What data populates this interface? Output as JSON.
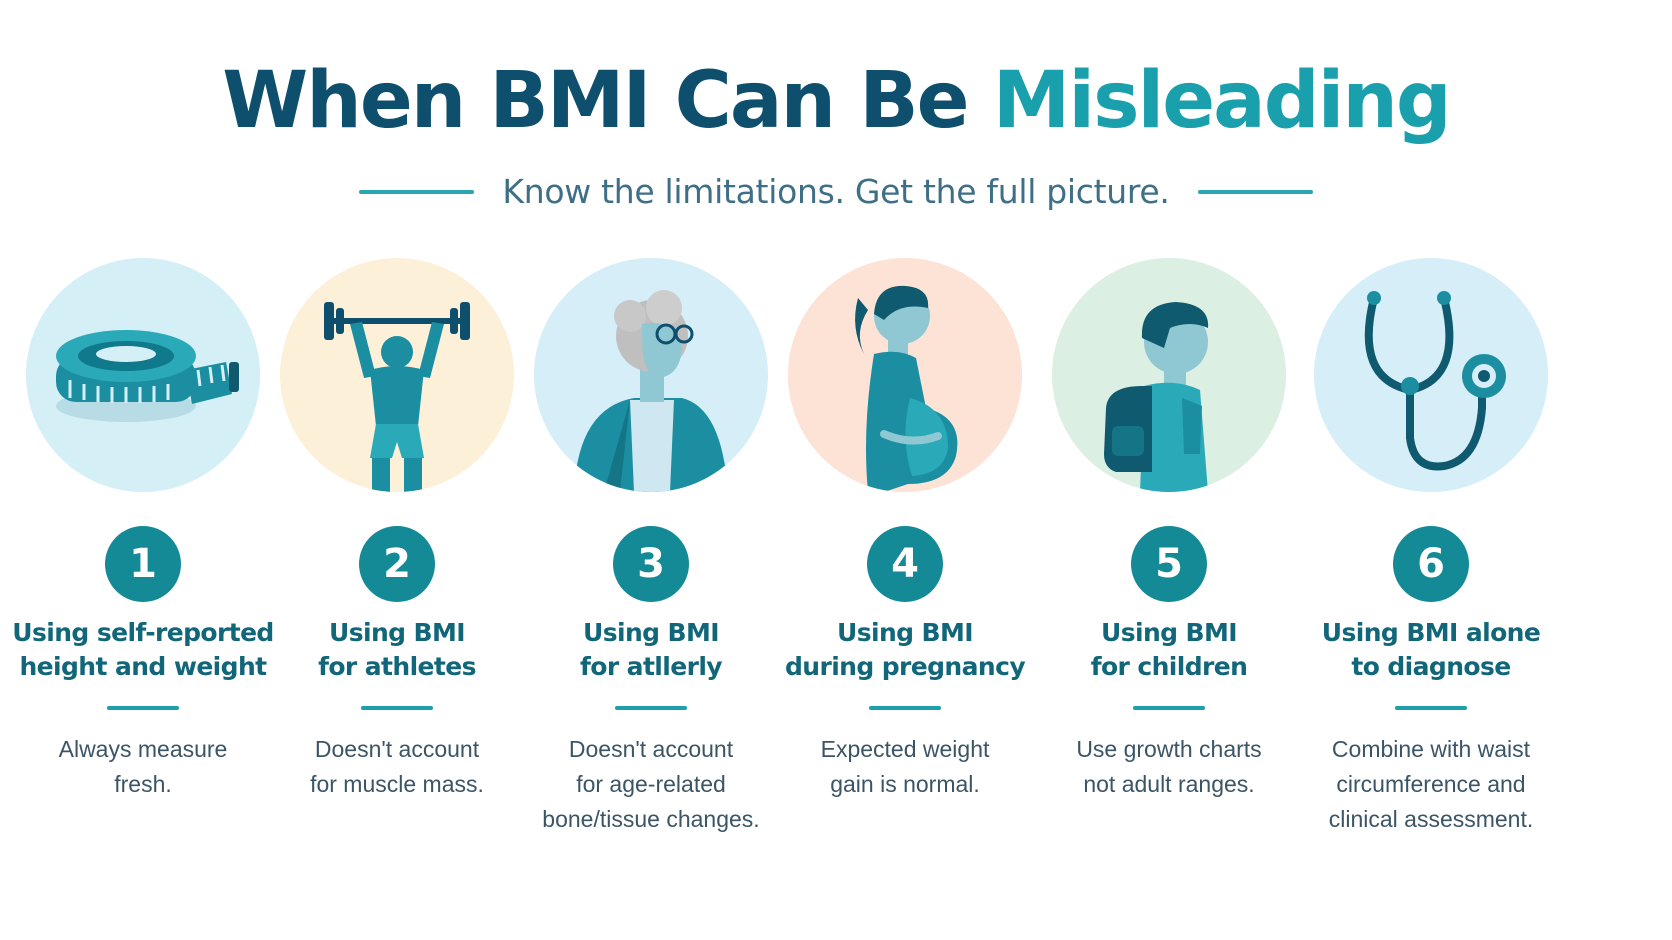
{
  "header": {
    "title_part1": "When BMI Can Be",
    "title_part2": "Misleading",
    "subtitle": "Know the limitations.  Get the full picture."
  },
  "colors": {
    "title_dark": "#0f4f6e",
    "title_accent": "#1aa0ad",
    "number_badge": "#138a96",
    "card_title": "#11667a",
    "rules": "#2aa5b4"
  },
  "items": [
    {
      "number": "1",
      "icon": "measuring-tape-icon",
      "title_lines": [
        "Using self-reported",
        "height and weight"
      ],
      "desc_lines": [
        "Always measure",
        "fresh."
      ]
    },
    {
      "number": "2",
      "icon": "weightlifter-icon",
      "title_lines": [
        "Using BMI",
        "for athletes"
      ],
      "desc_lines": [
        "Doesn't account",
        "for muscle mass."
      ]
    },
    {
      "number": "3",
      "icon": "elderly-person-icon",
      "title_lines": [
        "Using BMI",
        "for atllerly"
      ],
      "desc_lines": [
        "Doesn't account",
        "for age-related",
        "bone/tissue changes."
      ]
    },
    {
      "number": "4",
      "icon": "pregnant-woman-icon",
      "title_lines": [
        "Using BMI",
        "during pregnancy"
      ],
      "desc_lines": [
        "Expected weight",
        "gain is normal."
      ]
    },
    {
      "number": "5",
      "icon": "child-with-backpack-icon",
      "title_lines": [
        "Using BMI",
        "for children"
      ],
      "desc_lines": [
        "Use growth charts",
        "not adult ranges."
      ]
    },
    {
      "number": "6",
      "icon": "stethoscope-icon",
      "title_lines": [
        "Using BMI alone",
        "to diagnose"
      ],
      "desc_lines": [
        "Combine with waist",
        "circumference and",
        "clinical assessment."
      ]
    }
  ]
}
